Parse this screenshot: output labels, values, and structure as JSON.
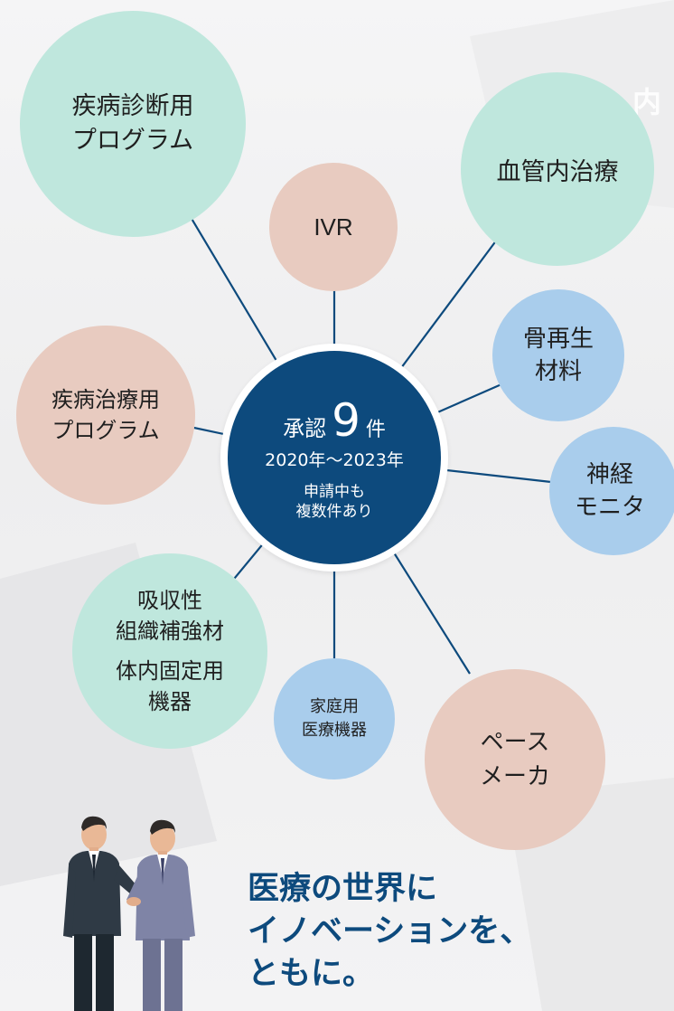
{
  "center": {
    "approve_word": "承認",
    "approve_number": "9",
    "approve_unit": "件",
    "period": "2020年〜2023年",
    "note_line1": "申請中も",
    "note_line2": "複数件あり"
  },
  "bubbles": {
    "diagnosis_program": [
      "疾病診断用",
      "プログラム"
    ],
    "ivr": [
      "IVR"
    ],
    "endovascular": [
      "血管内治療"
    ],
    "bone": [
      "骨再生",
      "材料"
    ],
    "treatment_program": [
      "疾病治療用",
      "プログラム"
    ],
    "nerve": [
      "神経",
      "モニタ"
    ],
    "absorbable_line1": "吸収性",
    "absorbable_line2": "組織補強材",
    "fixation_line1": "体内固定用",
    "fixation_line2": "機器",
    "home": [
      "家庭用",
      "医療機器"
    ],
    "pacemaker": [
      "ペース",
      "メーカ"
    ]
  },
  "tagline": [
    "医療の世界に",
    "イノベーションを、",
    "ともに。"
  ],
  "corner_fragment": "内",
  "colors": {
    "navy": "#0d4a7d",
    "mint": "#bfe7dd",
    "pink": "#e8cbc0",
    "blue": "#a9cdec"
  }
}
